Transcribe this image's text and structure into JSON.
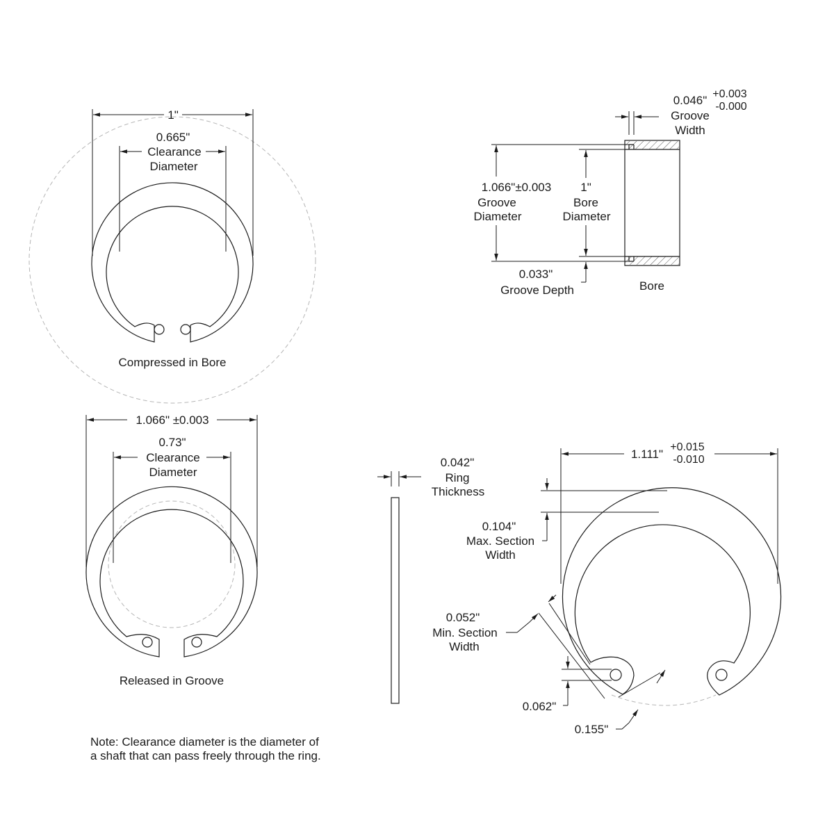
{
  "compressed_view": {
    "outer_dim": "1\"",
    "clearance_value": "0.665\"",
    "clearance_label_1": "Clearance",
    "clearance_label_2": "Diameter",
    "caption": "Compressed in Bore"
  },
  "bore_view": {
    "groove_width_value": "0.046\"",
    "groove_width_tol_plus": "+0.003",
    "groove_width_tol_minus": "-0.000",
    "groove_width_label_1": "Groove",
    "groove_width_label_2": "Width",
    "groove_dia_value": "1.066\"±0.003",
    "groove_dia_label_1": "Groove",
    "groove_dia_label_2": "Diameter",
    "bore_dia_value": "1\"",
    "bore_dia_label_1": "Bore",
    "bore_dia_label_2": "Diameter",
    "groove_depth_value": "0.033\"",
    "groove_depth_label": "Groove Depth",
    "caption": "Bore"
  },
  "released_view": {
    "outer_dim": "1.066\" ±0.003",
    "clearance_value": "0.73\"",
    "clearance_label_1": "Clearance",
    "clearance_label_2": "Diameter",
    "caption": "Released in Groove"
  },
  "side_view": {
    "thickness_value": "0.042\"",
    "thickness_label_1": "Ring",
    "thickness_label_2": "Thickness"
  },
  "free_view": {
    "free_dia_value": "1.111\"",
    "free_dia_tol_plus": "+0.015",
    "free_dia_tol_minus": "-0.010",
    "max_section_value": "0.104\"",
    "max_section_label_1": "Max. Section",
    "max_section_label_2": "Width",
    "min_section_value": "0.052\"",
    "min_section_label_1": "Min. Section",
    "min_section_label_2": "Width",
    "lug_hole_dim": "0.062\"",
    "lug_dim": "0.155\""
  },
  "note": {
    "line_1": "Note: Clearance diameter is the diameter of",
    "line_2": "a shaft that can pass freely through the ring."
  }
}
